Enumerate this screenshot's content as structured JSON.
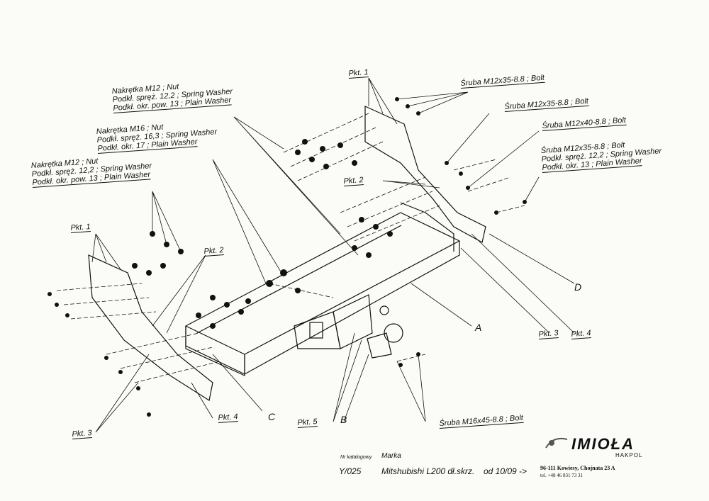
{
  "callouts": {
    "nut_m12_top": [
      "Nakrętka  M12 ; Nut",
      "Podkł. spręż. 12,2 ; Spring Washer",
      "Podkł. okr. pow. 13 ; Plain Washer"
    ],
    "nut_m16": [
      "Nakrętka  M16 ; Nut",
      "Podkł. spręż. 16,3 ; Spring Washer",
      "Podkł. okr. 17 ; Plain Washer"
    ],
    "nut_m12_left": [
      "Nakrętka  M12 ; Nut",
      "Podkł. spręż. 12,2 ; Spring Washer",
      "Podkł. okr. pow. 13 ; Plain Washer"
    ],
    "bolt_m12x35_a": "Śruba M12x35-8.8 ;  Bolt",
    "bolt_m12x35_b": "Śruba M12x35-8.8 ;  Bolt",
    "bolt_m12x40": "Śruba M12x40-8.8 ;  Bolt",
    "bolt_m12x35_c": [
      "Śruba M12x35-8.8 ;  Bolt",
      "Podkł. spręż. 12,2 ; Spring Washer",
      "Podkł. okr. 13 ; Plain Washer"
    ],
    "bolt_m16x45": "Śruba M16x45-8.8 ;  Bolt"
  },
  "points": {
    "pkt1_top": "Pkt. 1",
    "pkt2_top": "Pkt. 2",
    "pkt1_left": "Pkt. 1",
    "pkt2_left": "Pkt. 2",
    "pkt3_right": "Pkt. 3",
    "pkt4_right": "Pkt. 4",
    "pkt4_left": "Pkt. 4",
    "pkt5": "Pkt. 5",
    "pkt3_left": "Pkt. 3"
  },
  "parts": {
    "A": "A",
    "B": "B",
    "C": "C",
    "D": "D"
  },
  "catalog": {
    "number_label": "Nr katalogowy",
    "brand_label": "Marka",
    "number": "Y/025",
    "vehicle": "Mitshubishi L200 dł.skrz.",
    "since": "od  10/09 ->"
  },
  "company": {
    "name": "IMIOŁA",
    "sub": "HAKPOL",
    "address": "96-111 Kowiesy, Chojnata 23 A",
    "tel": "tel. +48 46 831 73 31"
  }
}
